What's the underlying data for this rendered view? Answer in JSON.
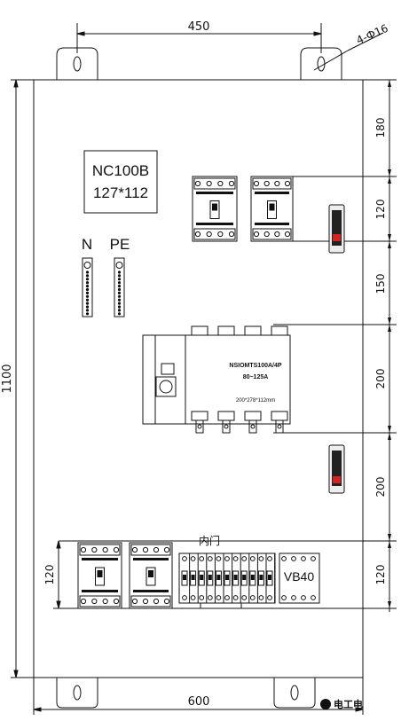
{
  "dimensions": {
    "top_width": "450",
    "hole_spec": "4-Ф16",
    "overall_height": "1100",
    "bottom_width": "600",
    "right_stack": [
      "180",
      "120",
      "150",
      "200",
      "200",
      "120"
    ],
    "left_row_height": "120"
  },
  "panel": {
    "box_label_line1": "NC100B",
    "box_label_line2": "127*112",
    "terminal_n_label": "N",
    "terminal_pe_label": "PE",
    "ats_text_line1": "NSIOMTS100A/4P",
    "ats_text_line2": "80~125A",
    "ats_text_line3": "200*278*112mm",
    "door_label": "内门",
    "vb_label": "VB40"
  },
  "watermark": {
    "text": "电工电"
  }
}
